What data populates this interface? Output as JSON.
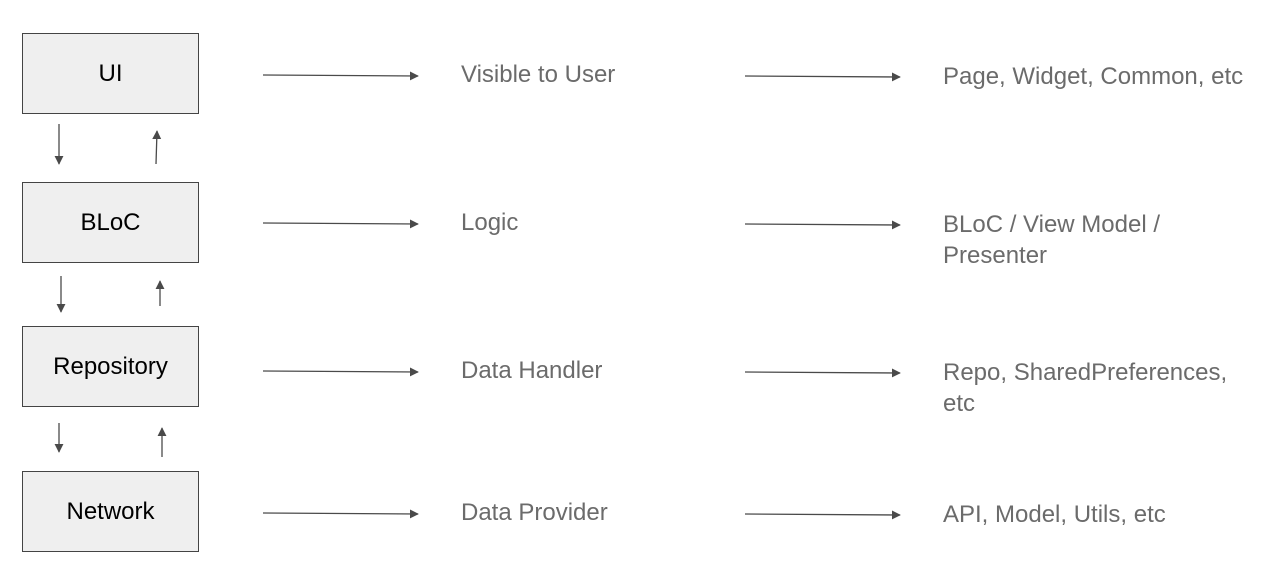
{
  "layers": [
    {
      "name": "UI",
      "role": "Visible to User",
      "examples": "Page, Widget, Common, etc"
    },
    {
      "name": "BLoC",
      "role": "Logic",
      "examples": "BLoC / View Model / Presenter"
    },
    {
      "name": "Repository",
      "role": "Data Handler",
      "examples": "Repo, SharedPreferences, etc"
    },
    {
      "name": "Network",
      "role": "Data Provider",
      "examples": "API, Model, Utils, etc"
    }
  ],
  "colors": {
    "box_fill": "#efefef",
    "box_border": "#444444",
    "arrow": "#4a4a4a",
    "muted_text": "#6b6b6b"
  }
}
